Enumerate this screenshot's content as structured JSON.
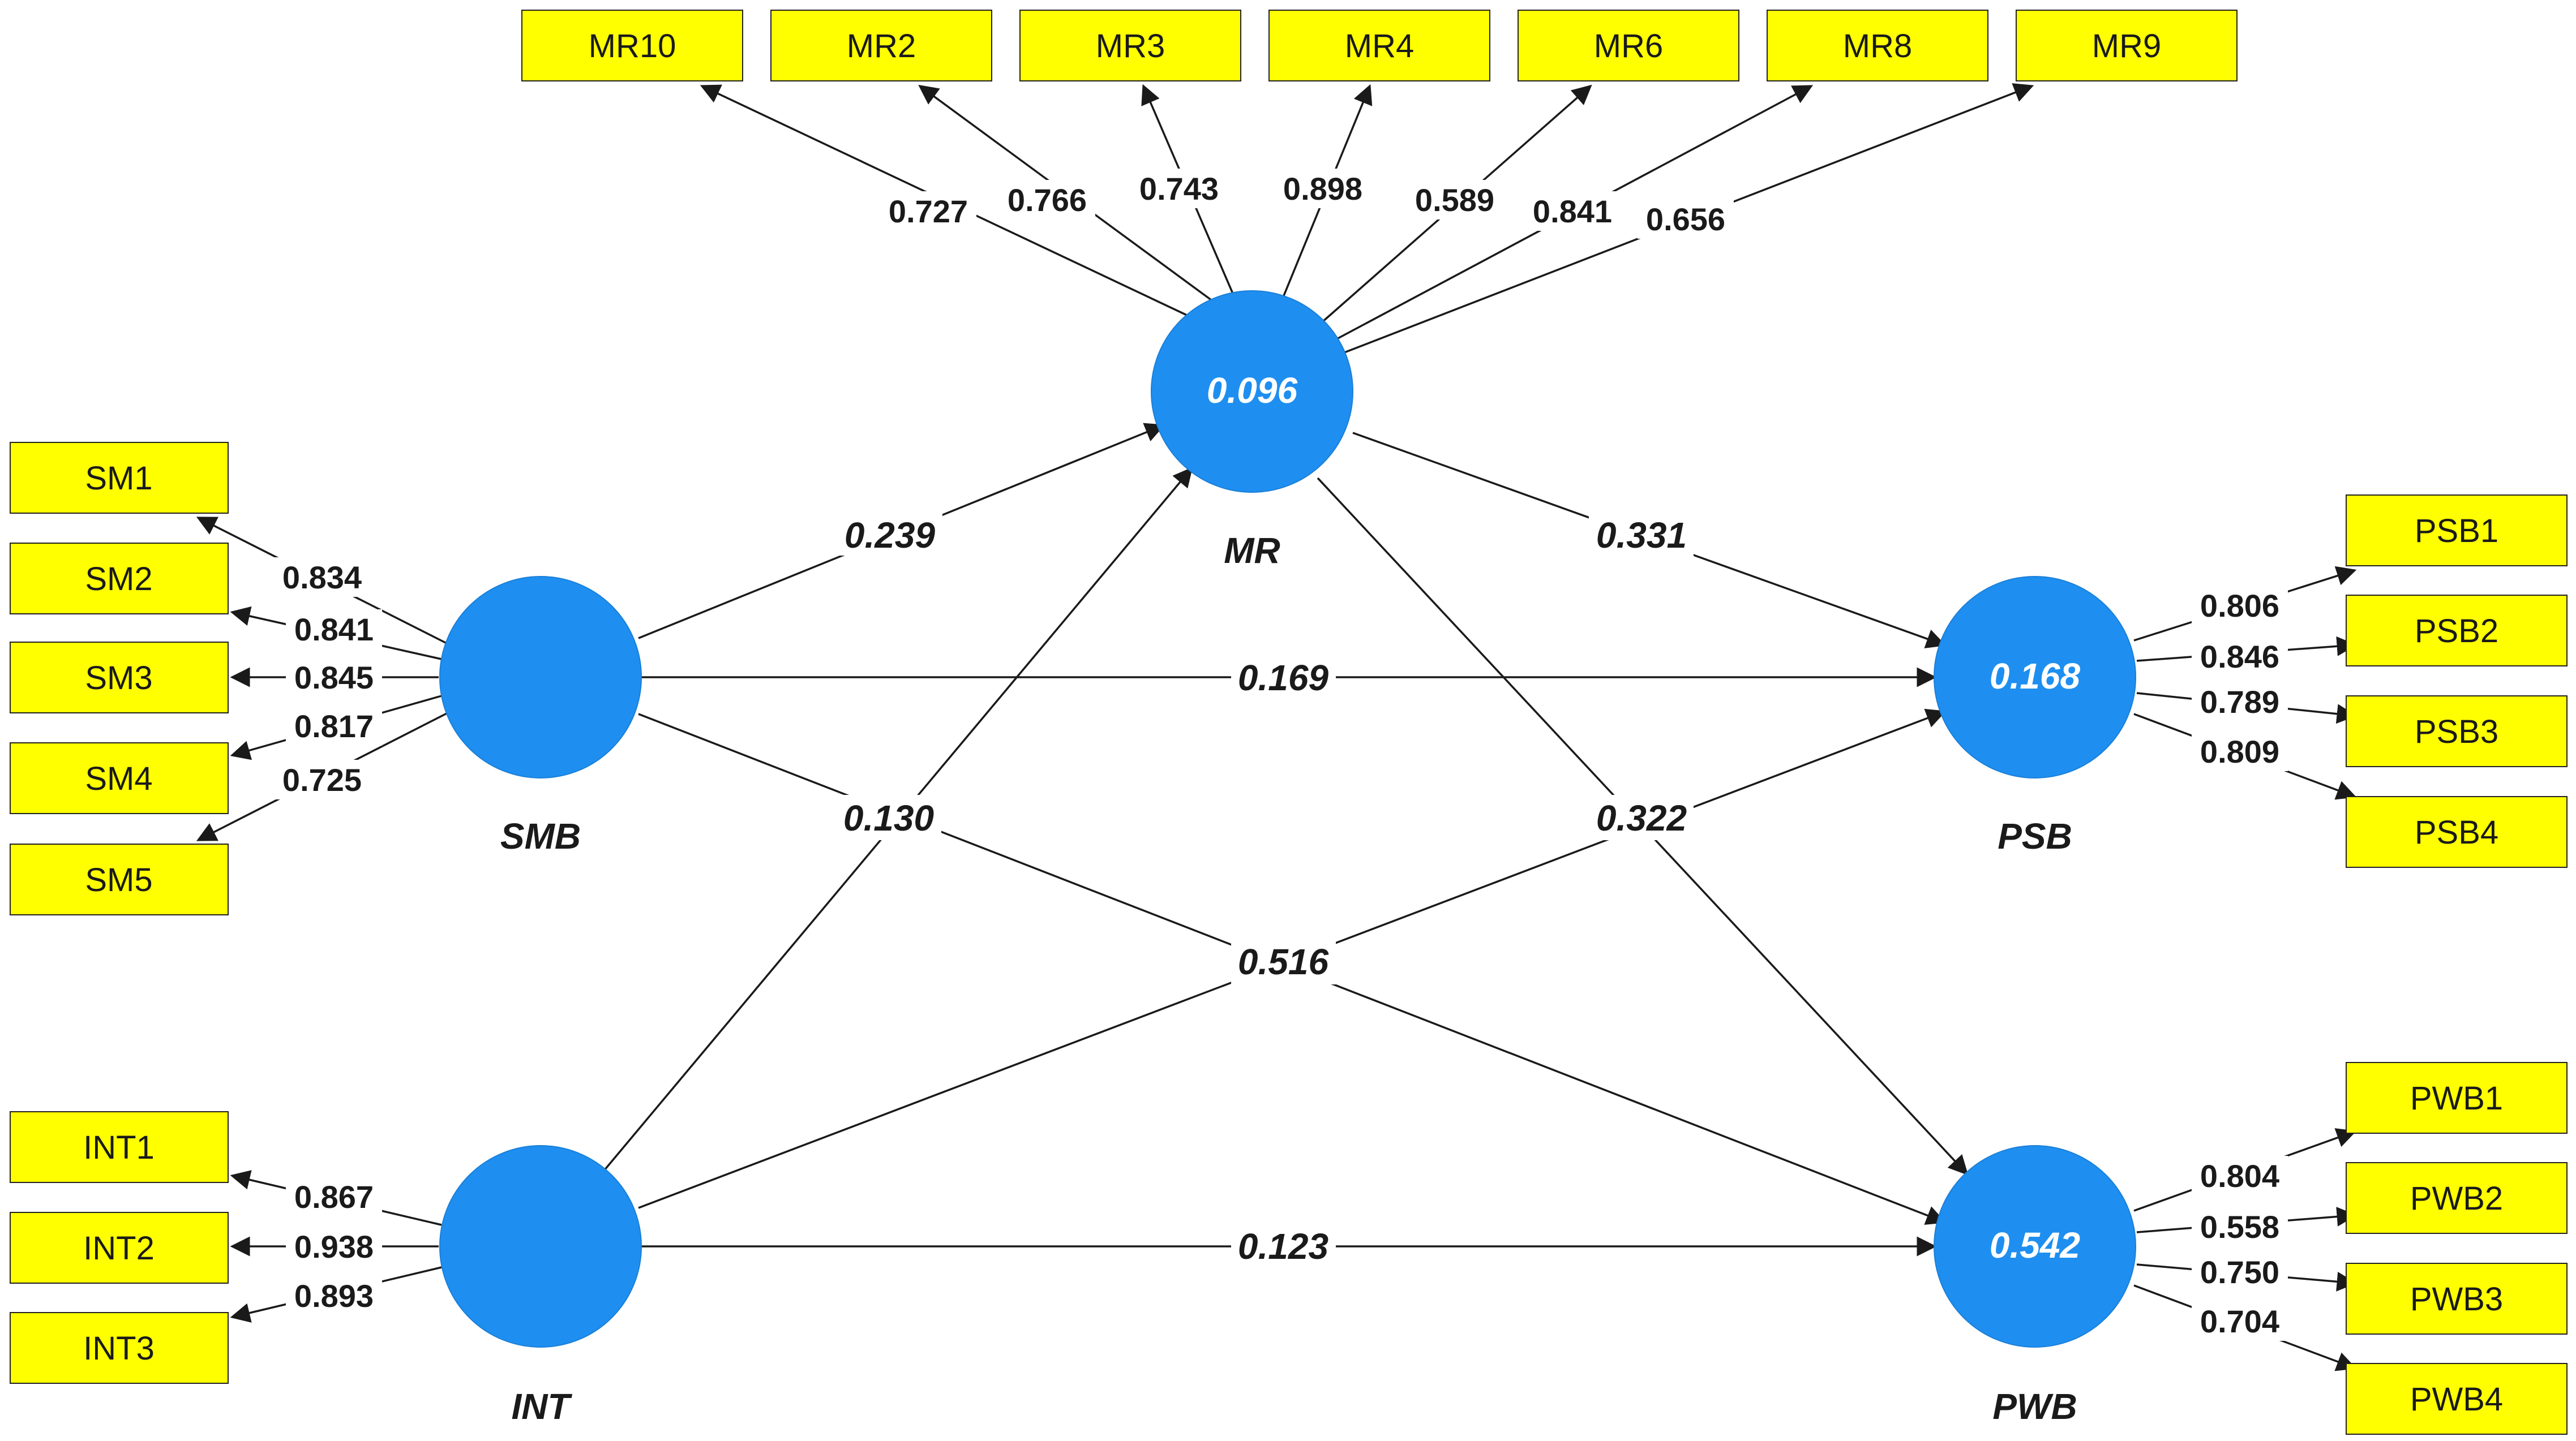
{
  "constructs": [
    {
      "id": "SMB",
      "label": "SMB",
      "r2": ""
    },
    {
      "id": "INT",
      "label": "INT",
      "r2": ""
    },
    {
      "id": "MR",
      "label": "MR",
      "r2": "0.096"
    },
    {
      "id": "PSB",
      "label": "PSB",
      "r2": "0.168"
    },
    {
      "id": "PWB",
      "label": "PWB",
      "r2": "0.542"
    }
  ],
  "indicators": [
    {
      "construct": "MR",
      "label": "MR10",
      "loading": "0.727"
    },
    {
      "construct": "MR",
      "label": "MR2",
      "loading": "0.766"
    },
    {
      "construct": "MR",
      "label": "MR3",
      "loading": "0.743"
    },
    {
      "construct": "MR",
      "label": "MR4",
      "loading": "0.898"
    },
    {
      "construct": "MR",
      "label": "MR6",
      "loading": "0.589"
    },
    {
      "construct": "MR",
      "label": "MR8",
      "loading": "0.841"
    },
    {
      "construct": "MR",
      "label": "MR9",
      "loading": "0.656"
    },
    {
      "construct": "SMB",
      "label": "SM1",
      "loading": "0.834"
    },
    {
      "construct": "SMB",
      "label": "SM2",
      "loading": "0.841"
    },
    {
      "construct": "SMB",
      "label": "SM3",
      "loading": "0.845"
    },
    {
      "construct": "SMB",
      "label": "SM4",
      "loading": "0.817"
    },
    {
      "construct": "SMB",
      "label": "SM5",
      "loading": "0.725"
    },
    {
      "construct": "INT",
      "label": "INT1",
      "loading": "0.867"
    },
    {
      "construct": "INT",
      "label": "INT2",
      "loading": "0.938"
    },
    {
      "construct": "INT",
      "label": "INT3",
      "loading": "0.893"
    },
    {
      "construct": "PSB",
      "label": "PSB1",
      "loading": "0.806"
    },
    {
      "construct": "PSB",
      "label": "PSB2",
      "loading": "0.846"
    },
    {
      "construct": "PSB",
      "label": "PSB3",
      "loading": "0.789"
    },
    {
      "construct": "PSB",
      "label": "PSB4",
      "loading": "0.809"
    },
    {
      "construct": "PWB",
      "label": "PWB1",
      "loading": "0.804"
    },
    {
      "construct": "PWB",
      "label": "PWB2",
      "loading": "0.558"
    },
    {
      "construct": "PWB",
      "label": "PWB3",
      "loading": "0.750"
    },
    {
      "construct": "PWB",
      "label": "PWB4",
      "loading": "0.704"
    }
  ],
  "paths": [
    {
      "from": "SMB",
      "to": "MR",
      "coefficient": "0.239"
    },
    {
      "from": "SMB",
      "to": "PSB",
      "coefficient": "0.169"
    },
    {
      "from": "SMB",
      "to": "PWB",
      "coefficient": "0.130"
    },
    {
      "from": "INT",
      "to": "MR",
      "coefficient": "0.130"
    },
    {
      "from": "INT",
      "to": "PSB",
      "coefficient": "0.516"
    },
    {
      "from": "INT",
      "to": "PWB",
      "coefficient": "0.123"
    },
    {
      "from": "MR",
      "to": "PSB",
      "coefficient": "0.331"
    },
    {
      "from": "MR",
      "to": "PWB",
      "coefficient": "0.322"
    }
  ],
  "colors": {
    "construct_fill": "#1e8ff0",
    "indicator_fill": "#ffff00",
    "edge": "#1a1a1a"
  }
}
